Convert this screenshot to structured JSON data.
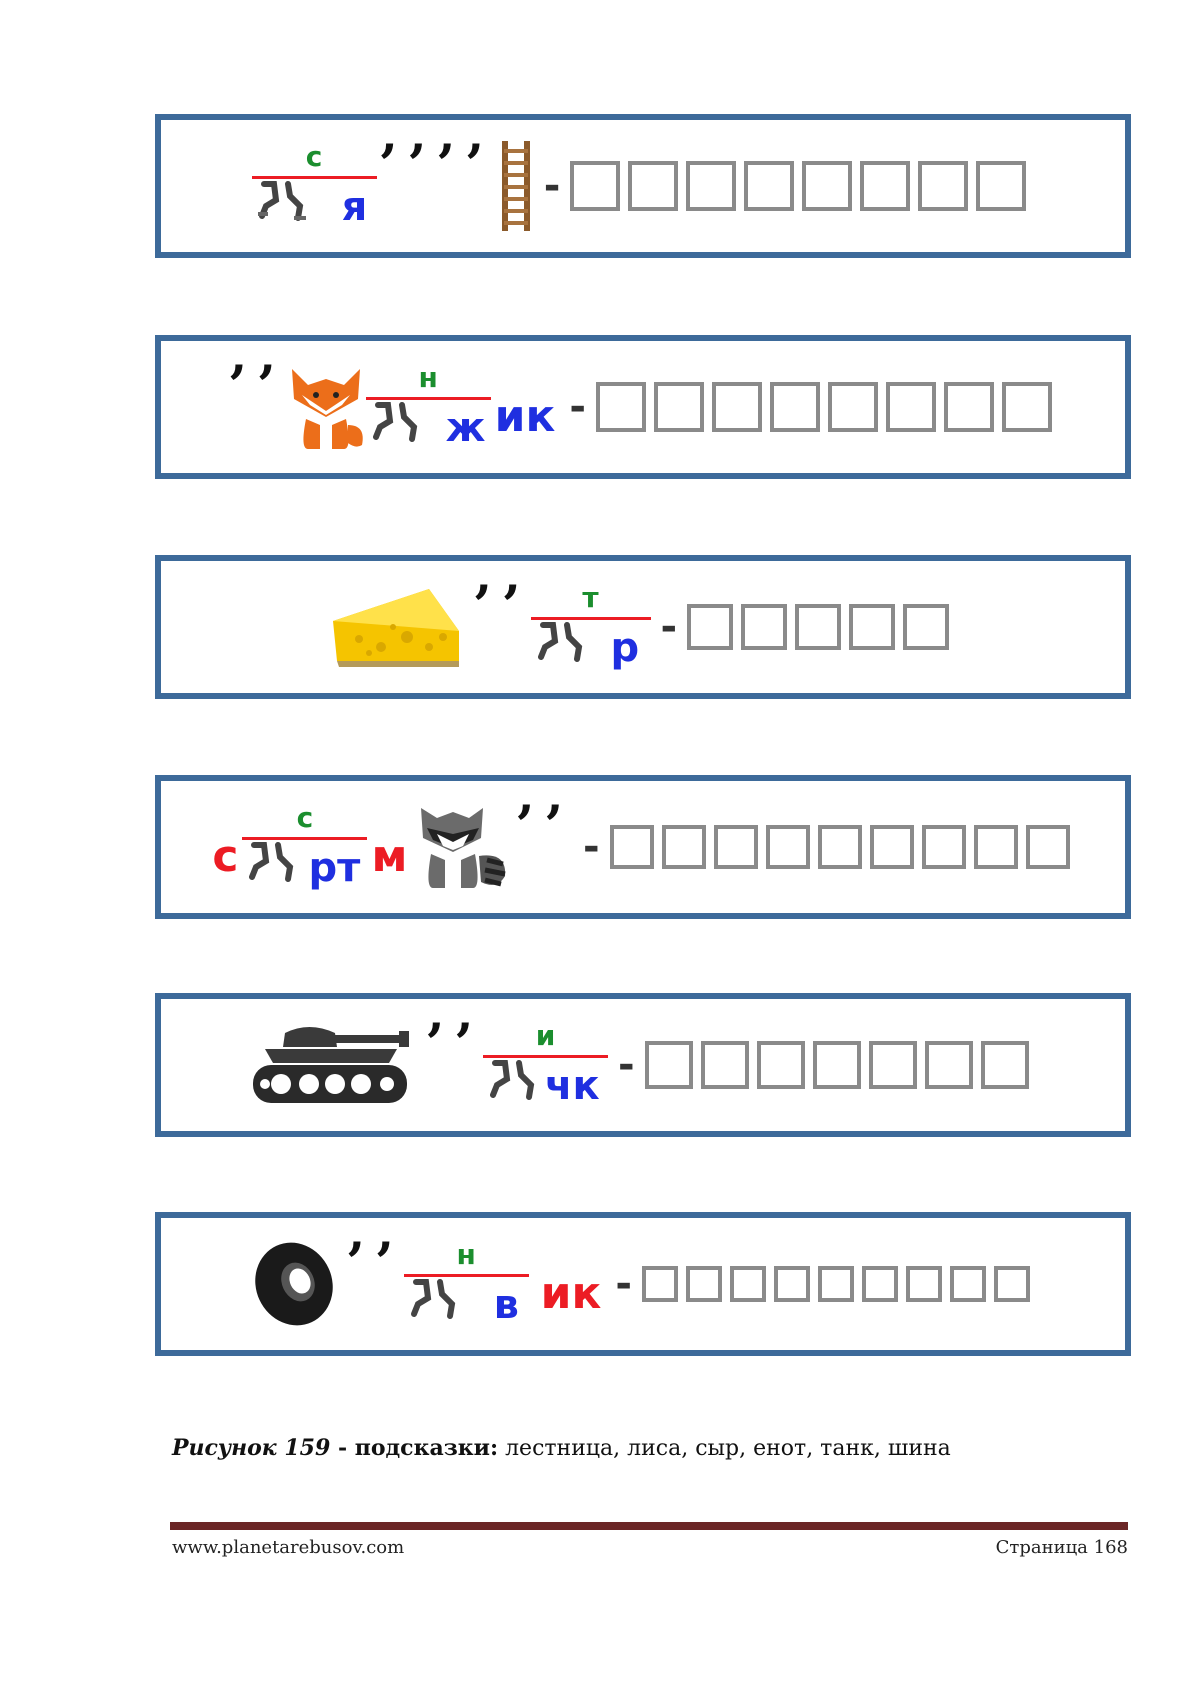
{
  "rows": [
    {
      "runner_top": "с",
      "runner_after": "я",
      "commas": "’’’’",
      "letters_before": "",
      "letters_after": "",
      "picture": "ladder",
      "answer_boxes": 8
    },
    {
      "runner_top": "н",
      "runner_after": "ж",
      "commas": "’’",
      "letters_after": "ик",
      "picture": "fox",
      "answer_boxes": 8
    },
    {
      "runner_top": "т",
      "runner_after": "р",
      "commas": "’’",
      "picture": "cheese",
      "answer_boxes": 5
    },
    {
      "runner_top": "с",
      "runner_after": "рт",
      "commas": "’’",
      "letters_before": "с",
      "letters_mid": "м",
      "picture": "raccoon",
      "answer_boxes": 9
    },
    {
      "runner_top": "и",
      "runner_after": "чк",
      "commas": "’’",
      "picture": "tank",
      "answer_boxes": 7
    },
    {
      "runner_top": "н",
      "runner_after": "в",
      "commas": "’’",
      "letters_after": "ик",
      "picture": "tire",
      "answer_boxes": 9
    }
  ],
  "dash": "-",
  "caption": {
    "figure": "Рисунок 159",
    "sep": " - ",
    "hint_label": "подсказки:",
    "hints": " лестница, лиса, сыр, енот, танк, шина"
  },
  "footer": {
    "url": "www.planetarebusov.com",
    "page": "Страница 168"
  }
}
